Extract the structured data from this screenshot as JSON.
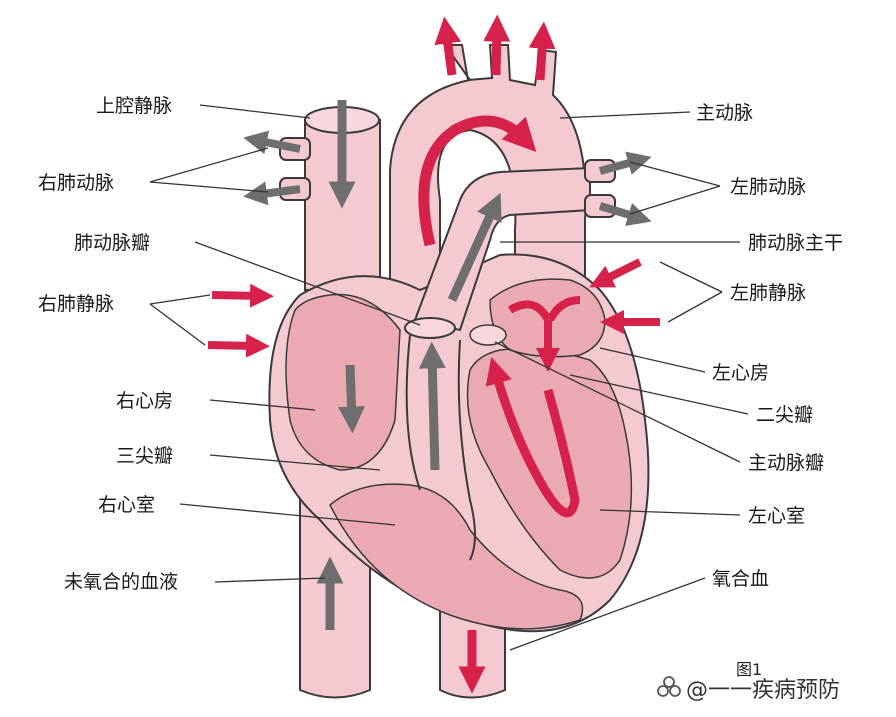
{
  "labels": {
    "superior_vena_cava": "上腔静脉",
    "right_pulmonary_artery": "右肺动脉",
    "pulmonary_valve": "肺动脉瓣",
    "right_pulmonary_vein": "右肺静脉",
    "right_atrium": "右心房",
    "tricuspid_valve": "三尖瓣",
    "right_ventricle": "右心室",
    "deoxygenated_blood": "未氧合的血液",
    "aorta": "主动脉",
    "left_pulmonary_artery": "左肺动脉",
    "pulmonary_trunk": "肺动脉主干",
    "left_pulmonary_vein": "左肺静脉",
    "left_atrium": "左心房",
    "mitral_valve": "二尖瓣",
    "aortic_valve": "主动脉瓣",
    "left_ventricle": "左心室",
    "oxygenated_blood": "氧合血"
  },
  "caption": "图1",
  "watermark": "@一一疾病预防",
  "colors": {
    "tissue": "#f5c9d0",
    "tissue_dark": "#e8a4b0",
    "chamber": "#eaa9b3",
    "outline": "#3a3a3a",
    "red_arrow": "#d6224a",
    "gray_arrow": "#6e6e6e"
  }
}
